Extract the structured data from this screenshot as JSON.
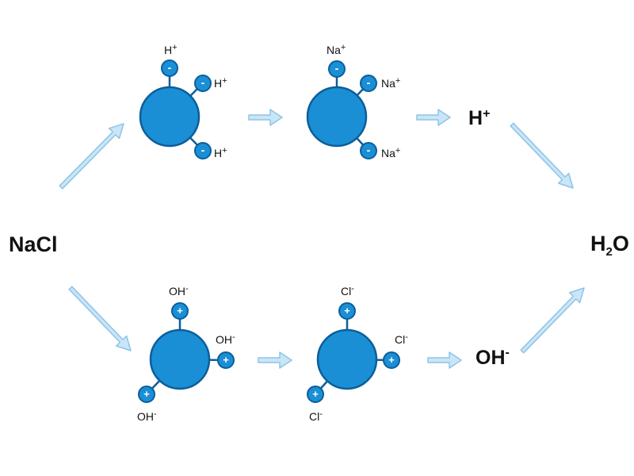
{
  "colors": {
    "molecule_fill": "#1a8fd6",
    "molecule_stroke": "#0d5e9a",
    "arrow_fill": "#c9e6f7",
    "arrow_stroke": "#8fc3e6"
  },
  "icons": {
    "negative_ion": "minus-sign",
    "positive_ion": "plus-sign"
  },
  "labels": {
    "nacl": "NaCl",
    "h2o_main": "H",
    "h2o_sub": "2",
    "h2o_end": "O",
    "h_plus_main": "H",
    "h_plus_sup": "+",
    "oh_minus_main": "OH",
    "oh_minus_sup": "-"
  },
  "molecules": {
    "top_left": {
      "charge_sign": "-",
      "ions": [
        {
          "text": "H",
          "sup": "+"
        },
        {
          "text": "H",
          "sup": "+"
        },
        {
          "text": "H",
          "sup": "+"
        }
      ]
    },
    "top_right": {
      "charge_sign": "-",
      "ions": [
        {
          "text": "Na",
          "sup": "+"
        },
        {
          "text": "Na",
          "sup": "+"
        },
        {
          "text": "Na",
          "sup": "+"
        }
      ]
    },
    "bottom_left": {
      "charge_sign": "+",
      "ions": [
        {
          "text": "OH",
          "sup": "-"
        },
        {
          "text": "OH",
          "sup": "-"
        },
        {
          "text": "OH",
          "sup": "-"
        }
      ]
    },
    "bottom_right": {
      "charge_sign": "+",
      "ions": [
        {
          "text": "Cl",
          "sup": "-"
        },
        {
          "text": "Cl",
          "sup": "-"
        },
        {
          "text": "Cl",
          "sup": "-"
        }
      ]
    }
  }
}
